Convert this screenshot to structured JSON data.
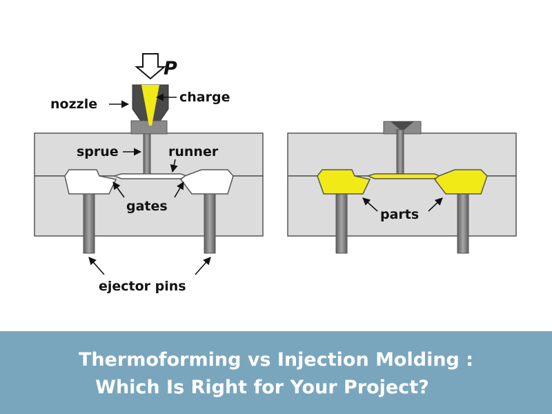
{
  "diagram": {
    "labels": {
      "pressure": "P",
      "nozzle": "nozzle",
      "charge": "charge",
      "sprue": "sprue",
      "runner": "runner",
      "gates": "gates",
      "ejector_pins": "ejector pins",
      "parts": "parts"
    },
    "colors": {
      "mold": "#dcdcdc",
      "outline": "#555555",
      "nozzle": "#4a4a4a",
      "pin": "#7a7a7a",
      "plastic": "#f2ea17",
      "cavity_empty": "#ffffff"
    }
  },
  "banner": {
    "line1": "Thermoforming vs Injection Molding :",
    "line2": "Which Is Right for Your Project?",
    "background": "#79a6bd"
  }
}
